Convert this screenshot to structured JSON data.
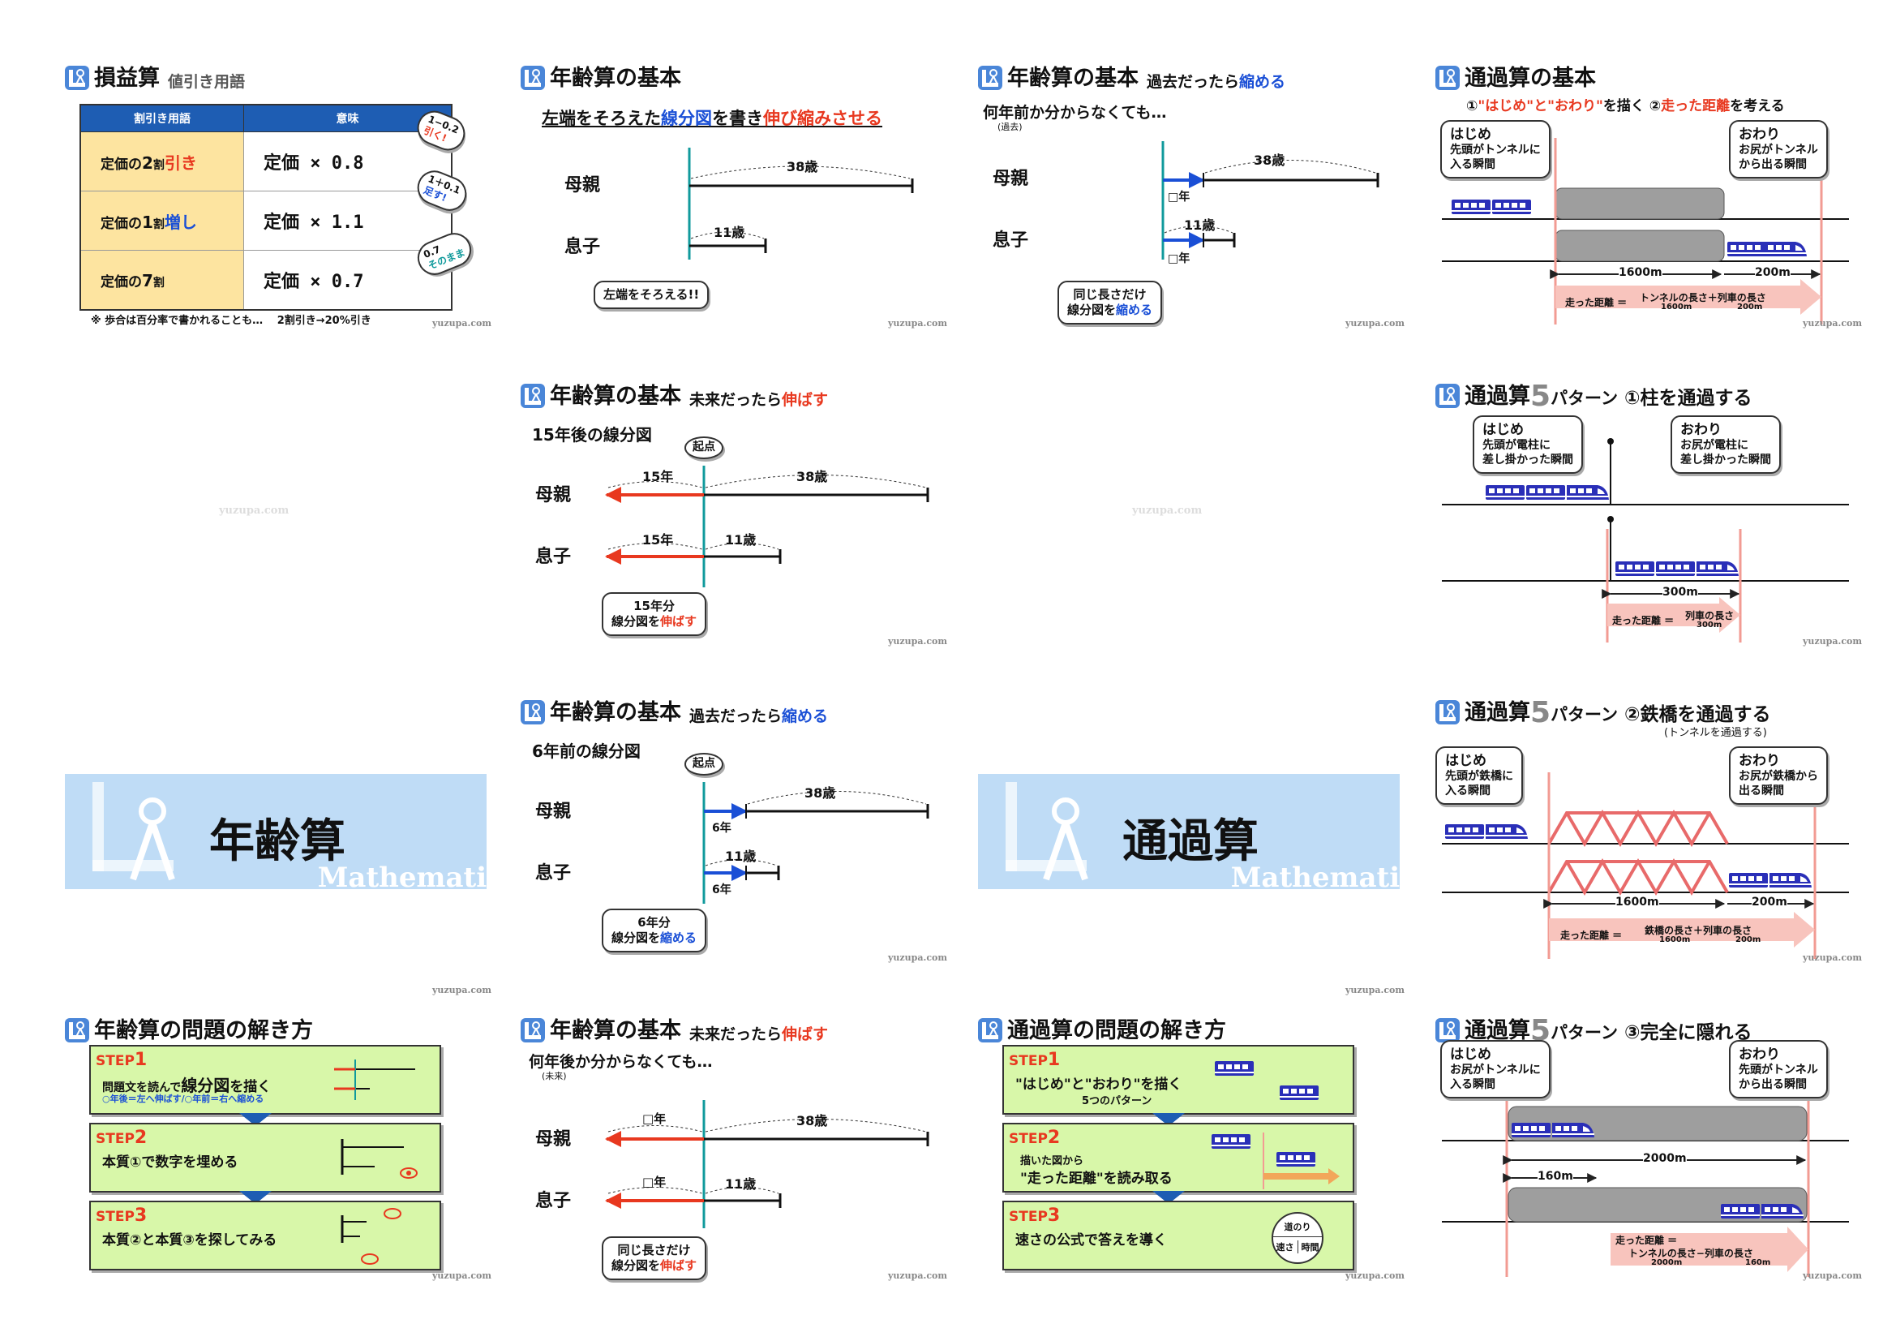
{
  "watermark": "yuzupa.com",
  "s1": {
    "title": "損益算",
    "sub": "値引き用語",
    "col1": "割引き用語",
    "col2": "意味",
    "rows": [
      {
        "k1": "定価の",
        "num": "2",
        "k2": "割",
        "k3": "引き",
        "v": "定価 × 0.8",
        "bub": "1−0.2",
        "bub2": "引く!"
      },
      {
        "k1": "定価の",
        "num": "1",
        "k2": "割",
        "k3": "増し",
        "v": "定価 × 1.1",
        "bub": "1＋0.1",
        "bub2": "足す!"
      },
      {
        "k1": "定価の",
        "num": "7",
        "k2": "割",
        "k3": "",
        "v": "定価 × 0.7",
        "bub": "0.7",
        "bub2": "そのまま"
      }
    ],
    "note": "※ 歩合は百分率で書かれることも…　 2割引き→20%引き"
  },
  "s2": {
    "title": "年齢算の基本",
    "l1": "左端をそろえた",
    "l2": "線分図",
    "l3": "を書き",
    "l4": "伸び縮みさせる",
    "mother": "母親",
    "son": "息子",
    "m": "38歳",
    "s": "11歳",
    "bub": "左端をそろえる!!"
  },
  "s3": {
    "title": "年齢算の基本",
    "sub1": "過去だったら",
    "sub2": "縮める",
    "q": "何年前か分からなくても…",
    "q2": "(過去)",
    "mother": "母親",
    "son": "息子",
    "m": "38歳",
    "s": "11歳",
    "y1": "□年",
    "y2": "□年",
    "bub1": "同じ長さだけ",
    "bub2": "線分図を",
    "bub3": "縮める"
  },
  "s4": {
    "title": "通過算の基本",
    "sub1": "①",
    "sub2": "\"はじめ\"と\"おわり\"",
    "sub3": "を描く ②",
    "sub4": "走った距離",
    "sub5": "を考える",
    "start": "はじめ",
    "start2": "先頭がトンネルに",
    "start3": "入る瞬間",
    "end": "おわり",
    "end2": "お尻がトンネル",
    "end3": "から出る瞬間",
    "d1": "1600m",
    "d2": "200m",
    "run": "走った距離 ＝",
    "run2": "トンネルの長さ＋列車の長さ",
    "run3": "1600m",
    "run4": "200m"
  },
  "s6": {
    "title": "年齢算の基本",
    "sub1": "未来だったら",
    "sub2": "伸ばす",
    "h": "15年後の線分図",
    "origin": "起点",
    "mother": "母親",
    "son": "息子",
    "m": "38歳",
    "s": "11歳",
    "y1": "15年",
    "y2": "15年",
    "bub1": "15年分",
    "bub2": "線分図を",
    "bub3": "伸ばす"
  },
  "s8": {
    "title": "通過算",
    "num": "5",
    "t2": "パターン",
    "t3": "①柱を通過する",
    "start": "はじめ",
    "start2": "先頭が電柱に",
    "start3": "差し掛かった瞬間",
    "end": "おわり",
    "end2": "お尻が電柱に",
    "end3": "差し掛かった瞬間",
    "d": "300m",
    "run": "走った距離 ＝",
    "run2": "列車の長さ",
    "run3": "300m"
  },
  "s9": {
    "big": "年齢算",
    "math": "Mathematics"
  },
  "s10": {
    "title": "年齢算の基本",
    "sub1": "過去だったら",
    "sub2": "縮める",
    "h": "6年前の線分図",
    "origin": "起点",
    "mother": "母親",
    "son": "息子",
    "m": "38歳",
    "s": "11歳",
    "y1": "6年",
    "y2": "6年",
    "bub1": "6年分",
    "bub2": "線分図を",
    "bub3": "縮める"
  },
  "s11": {
    "big": "通過算",
    "math": "Mathematics"
  },
  "s12": {
    "title": "通過算",
    "num": "5",
    "t2": "パターン",
    "t3": "②鉄橋を通過する",
    "t4": "(トンネルを通過する)",
    "start": "はじめ",
    "start2": "先頭が鉄橋に",
    "start3": "入る瞬間",
    "end": "おわり",
    "end2": "お尻が鉄橋から",
    "end3": "出る瞬間",
    "d1": "1600m",
    "d2": "200m",
    "run": "走った距離 ＝",
    "run2": "鉄橋の長さ＋列車の長さ",
    "run3": "1600m",
    "run4": "200m"
  },
  "s13": {
    "title": "年齢算の問題の解き方",
    "st1": "STEP",
    "n1": "1",
    "t1a": "問題文を読んで",
    "t1b": "線分図",
    "t1c": "を描く",
    "t1d": "○年後＝左へ伸ばす/○年前＝右へ縮める",
    "st2": "STEP",
    "n2": "2",
    "t2": "本質①で数字を埋める",
    "st3": "STEP",
    "n3": "3",
    "t3": "本質②と本質③を探してみる"
  },
  "s14": {
    "title": "年齢算の基本",
    "sub1": "未来だったら",
    "sub2": "伸ばす",
    "q": "何年後か分からなくても…",
    "q2": "(未来)",
    "mother": "母親",
    "son": "息子",
    "m": "38歳",
    "s": "11歳",
    "y1": "□年",
    "y2": "□年",
    "bub1": "同じ長さだけ",
    "bub2": "線分図を",
    "bub3": "伸ばす"
  },
  "s15": {
    "title": "通過算の問題の解き方",
    "st1": "STEP",
    "n1": "1",
    "t1": "\"はじめ\"と\"おわり\"を描く",
    "t1b": "5つのパターン",
    "st2": "STEP",
    "n2": "2",
    "t2a": "描いた図から",
    "t2b": "\"走った距離\"を読み取る",
    "st3": "STEP",
    "n3": "3",
    "t3": "速さの公式で答えを導く",
    "f1": "道のり",
    "f2": "速さ",
    "f3": "時間"
  },
  "s16": {
    "title": "通過算",
    "num": "5",
    "t2": "パターン",
    "t3": "③完全に隠れる",
    "start": "はじめ",
    "start2": "お尻がトンネルに",
    "start3": "入る瞬間",
    "end": "おわり",
    "end2": "先頭がトンネル",
    "end3": "から出る瞬間",
    "d1": "2000m",
    "d2": "160m",
    "run": "走った距離 ＝",
    "run2": "トンネルの長さ−列車の長さ",
    "run3": "2000m",
    "run4": "160m"
  },
  "colors": {
    "red": "#e8381f",
    "blue": "#1a4fd6",
    "teal": "#119a9c",
    "banner": "#bfdcf6",
    "step": "#d8f7a9",
    "header": "#1e5db3"
  }
}
